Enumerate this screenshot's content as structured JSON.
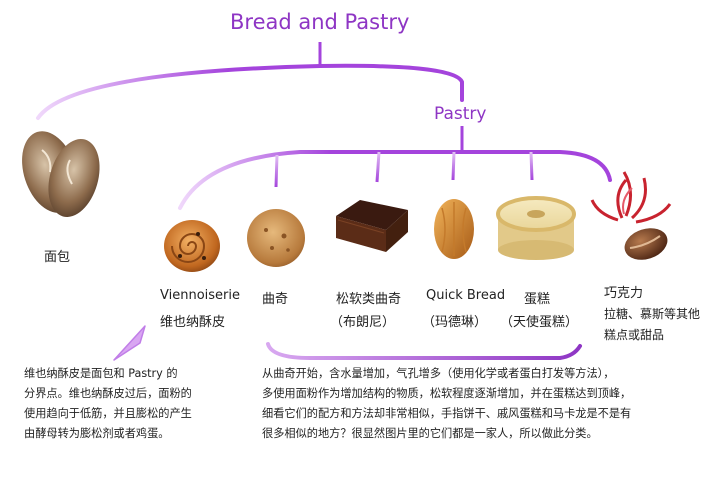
{
  "colors": {
    "accent": "#9b3fd0",
    "accent_light": "#e6c8f5",
    "text": "#222222"
  },
  "root_title": "Bread and Pastry",
  "subtitle": "Pastry",
  "labels": {
    "bread": "面包",
    "viennoiserie_en": "Viennoiserie",
    "viennoiserie_zh": "维也纳酥皮",
    "cookie": "曲奇",
    "soft_cookie": "松软类曲奇",
    "brownie": "（布朗尼）",
    "quick_bread": "Quick Bread",
    "madeleine": "（玛德琳）",
    "cake": "蛋糕",
    "angel_cake": "（天使蛋糕）",
    "chocolate": "巧克力",
    "chocolate_desc1": "拉糖、慕斯等其他",
    "chocolate_desc2": "糕点或甜品"
  },
  "note_left": [
    "维也纳酥皮是面包和 Pastry 的",
    "分界点。维也纳酥皮过后，面粉的",
    "使用趋向于低筋，并且膨松的产生",
    "由酵母转为膨松剂或者鸡蛋。"
  ],
  "note_right": [
    "从曲奇开始，含水量增加，气孔增多（使用化学或者蛋白打发等方法），",
    "多使用面粉作为增加结构的物质，松软程度逐渐增加，并在蛋糕达到顶峰，",
    "细看它们的配方和方法却非常相似，手指饼干、戚风蛋糕和马卡龙是不是有",
    "很多相似的地方？很显然图片里的它们都是一家人，所以做此分类。"
  ]
}
